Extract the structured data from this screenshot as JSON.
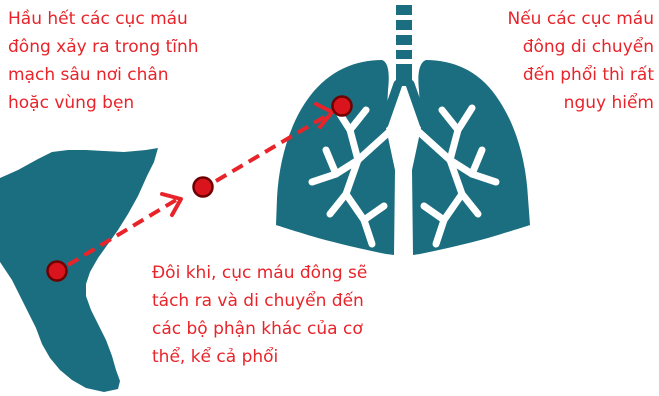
{
  "notes": {
    "top_left": "Hầu hết các cục máu\nđông xảy ra trong tĩnh\nmạch sâu nơi chân\nhoặc vùng bẹn",
    "top_right": "Nếu các cục máu\nđông di chuyển\nđến phổi thì rất\nnguy hiểm",
    "bottom": "Đôi khi, cục máu đông sẽ\ntách ra và di chuyển đến\ncác bộ phận khác của cơ\nthể, kể cả phổi"
  },
  "colors": {
    "organ": "#1b6e7f",
    "text": "#e8242a",
    "clot_fill": "#d9141c",
    "clot_outline": "#6e0000",
    "path": "#e8242a"
  },
  "icons": {
    "leg": "leg-silhouette-icon",
    "lungs": "lungs-icon"
  }
}
